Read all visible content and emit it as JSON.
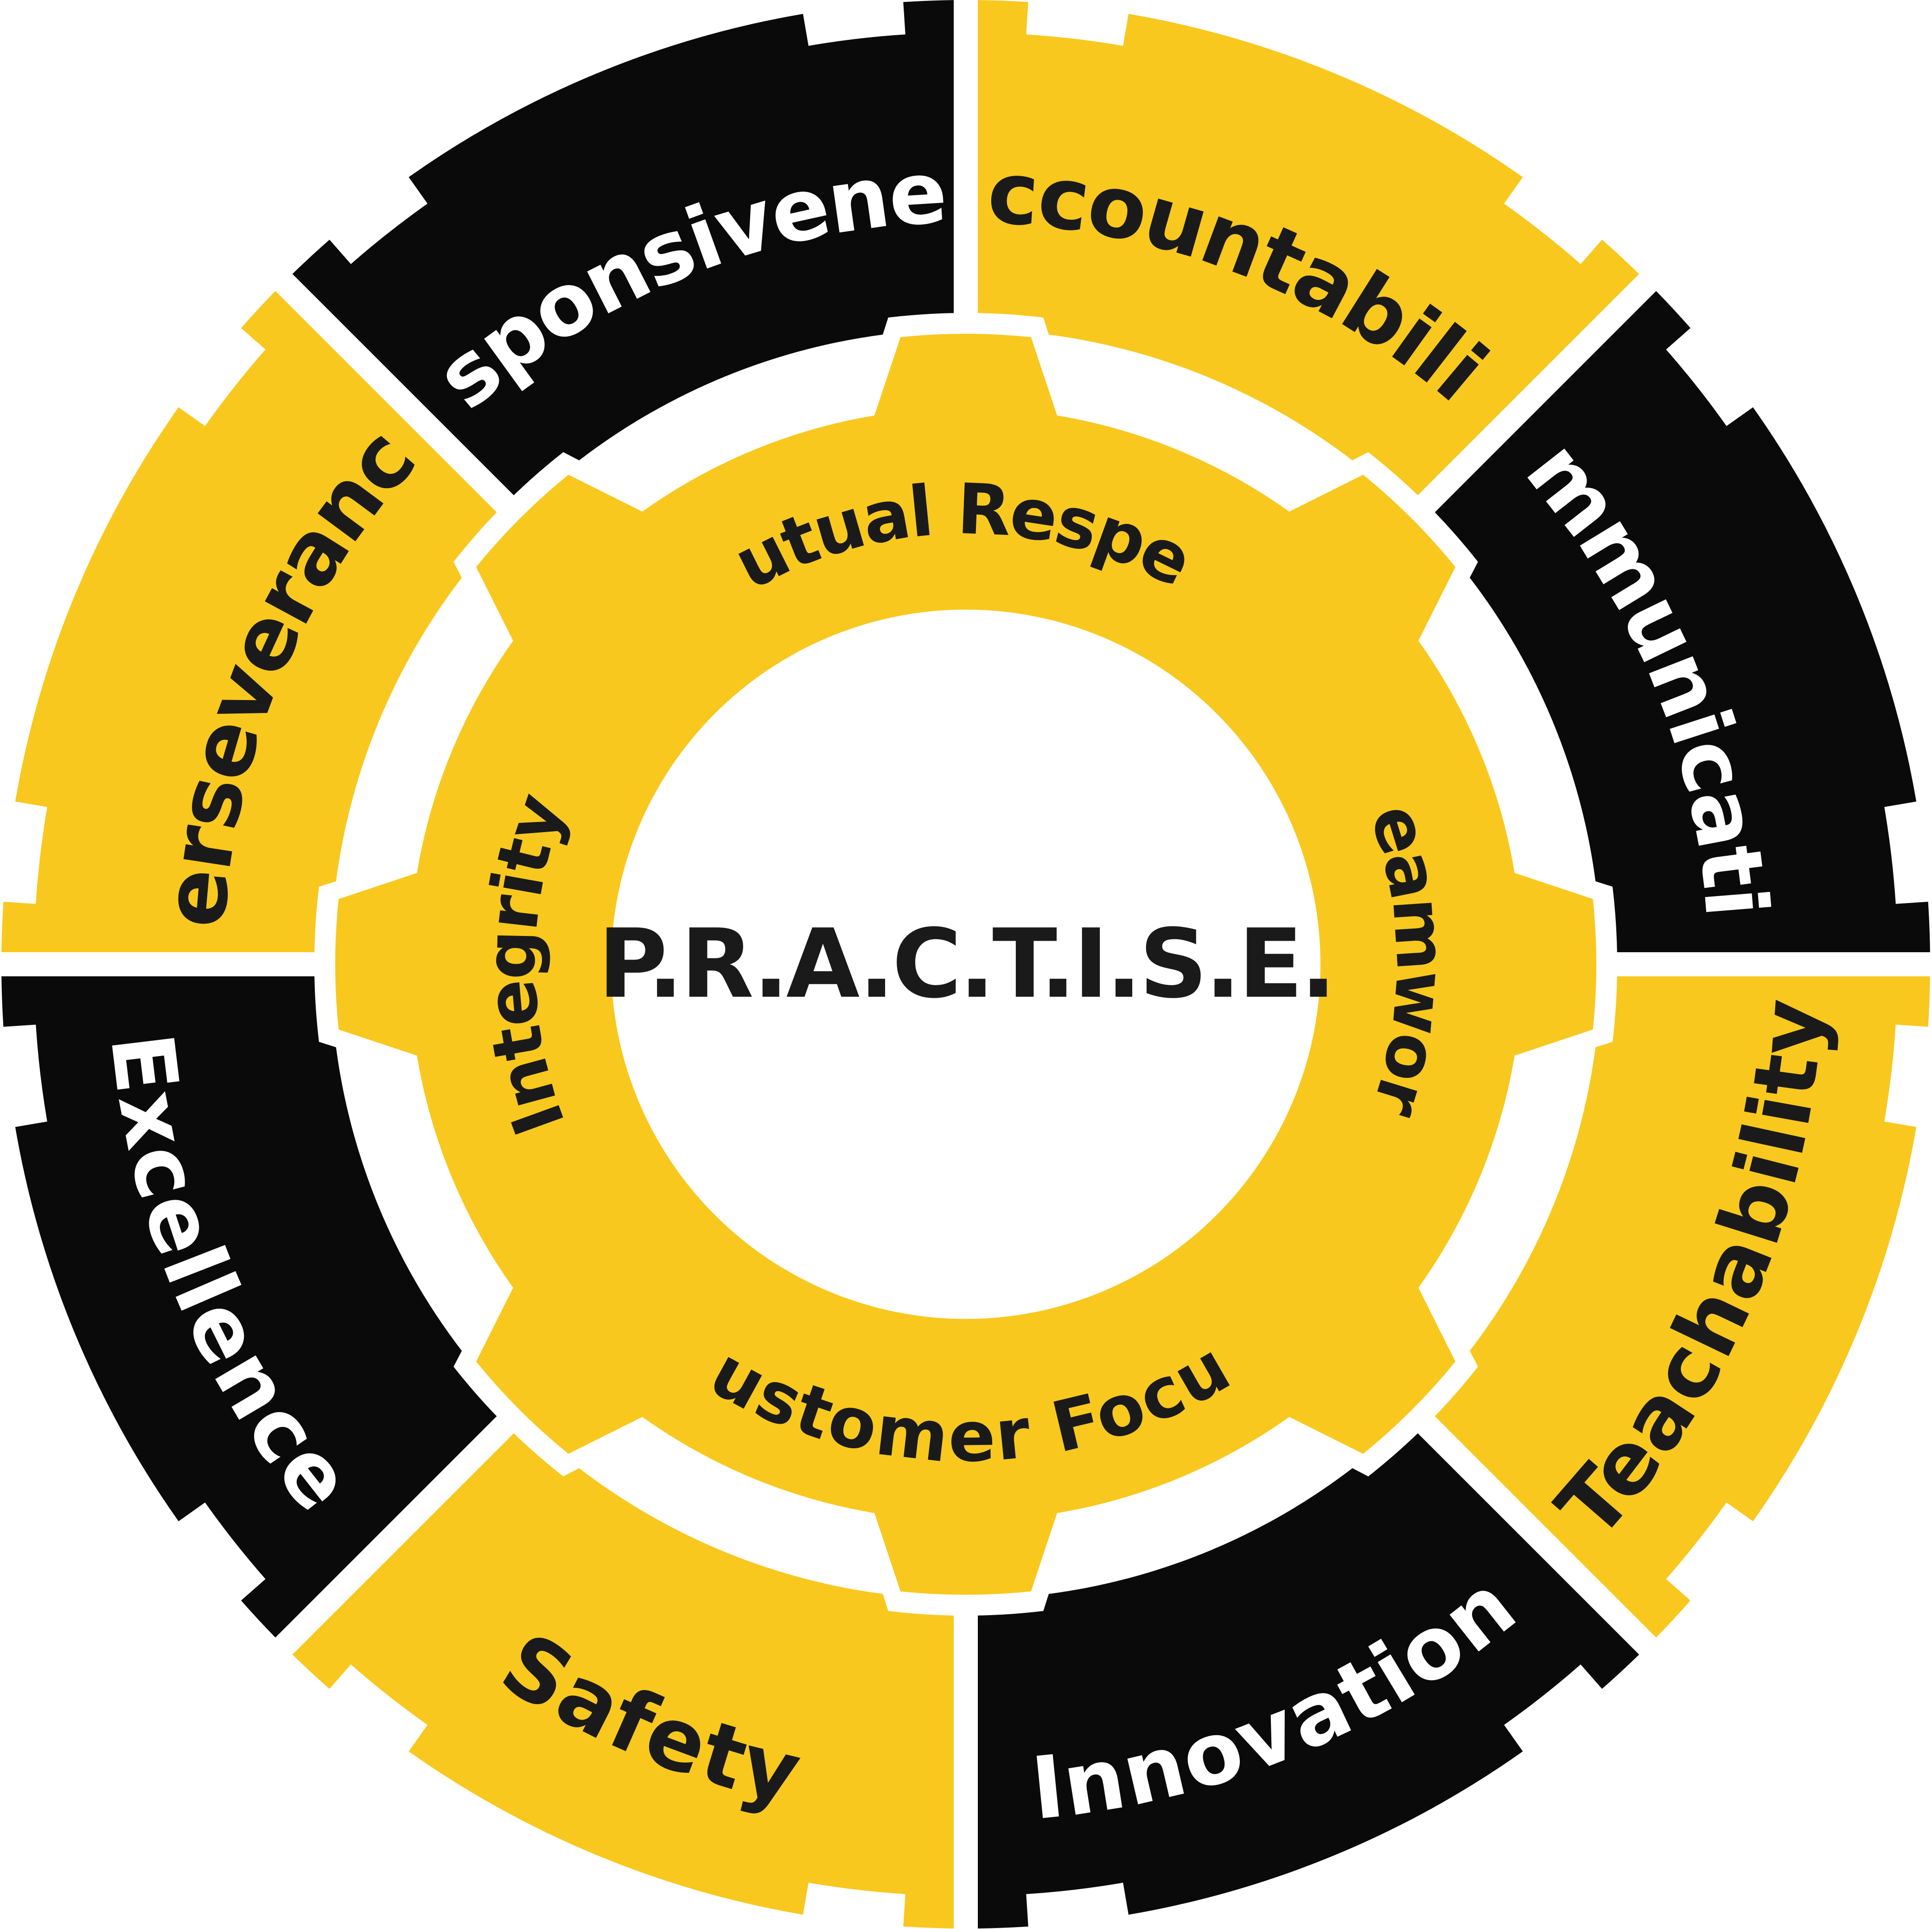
{
  "center": {
    "title": "P.R.A.C.T.I.S.E."
  },
  "inner_values": [
    {
      "label": "Mutual Respect"
    },
    {
      "label": "Teamwork"
    },
    {
      "label": "Customer Focus"
    },
    {
      "label": "Integrity"
    }
  ],
  "outer_values": [
    {
      "label": "Accountability",
      "fill": "#F8C81E",
      "text_color": "#1A1A1A"
    },
    {
      "label": "Communication",
      "fill": "#0A0A0A",
      "text_color": "#FFFFFF"
    },
    {
      "label": "Teachability",
      "fill": "#F8C81E",
      "text_color": "#1A1A1A"
    },
    {
      "label": "Innovation",
      "fill": "#0A0A0A",
      "text_color": "#FFFFFF"
    },
    {
      "label": "Safety",
      "fill": "#F8C81E",
      "text_color": "#1A1A1A"
    },
    {
      "label": "Excellence",
      "fill": "#0A0A0A",
      "text_color": "#FFFFFF"
    },
    {
      "label": "Perseverance",
      "fill": "#F8C81E",
      "text_color": "#1A1A1A"
    },
    {
      "label": "Responsiveness",
      "fill": "#0A0A0A",
      "text_color": "#FFFFFF"
    }
  ],
  "colors": {
    "yellow": "#F8C81E",
    "black": "#0A0A0A",
    "white": "#FFFFFF",
    "dark_text": "#1A1A1A"
  }
}
